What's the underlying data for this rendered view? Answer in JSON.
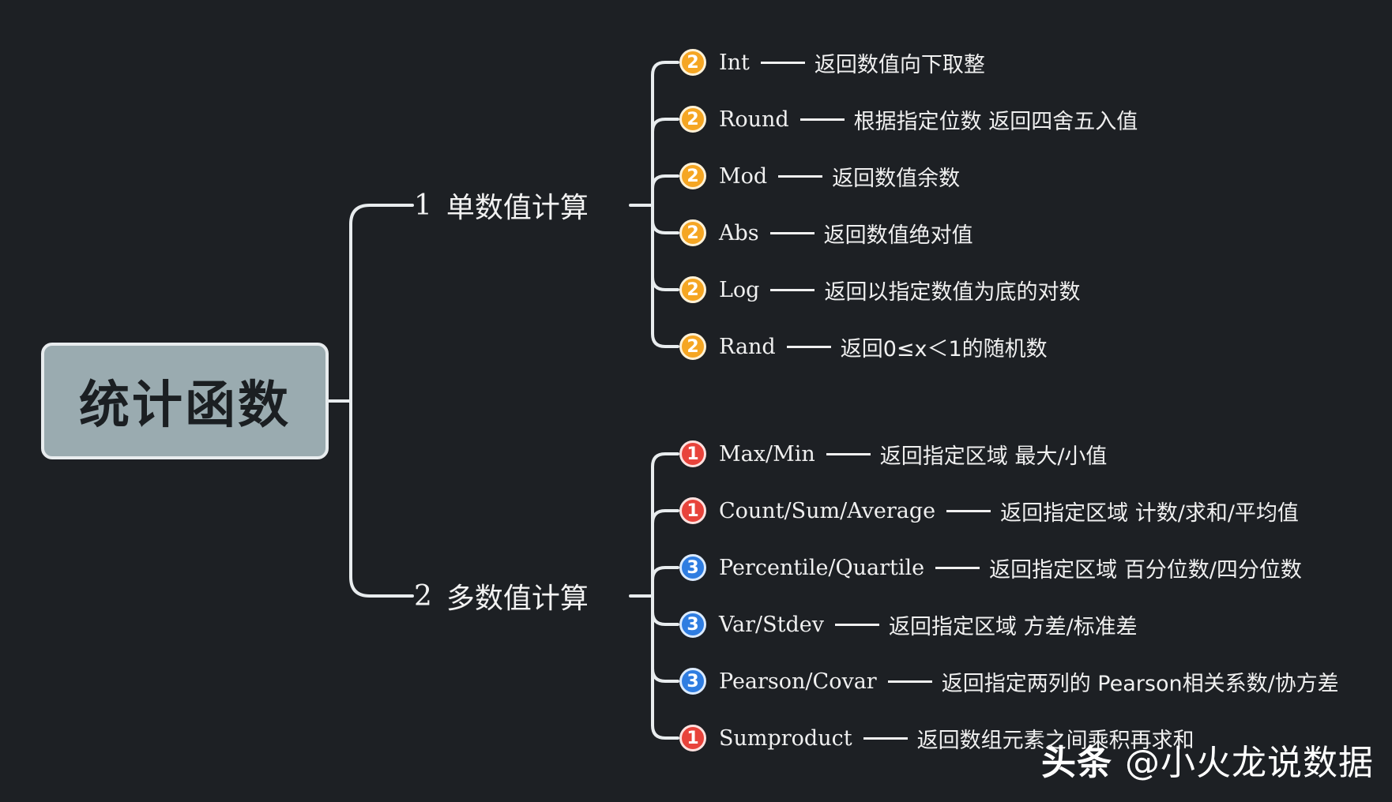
{
  "root": {
    "label": "统计函数"
  },
  "branches": [
    {
      "number": "1",
      "label": "单数值计算",
      "items": [
        {
          "badge": "2",
          "badge_color": "orange",
          "name": "Int",
          "description": "返回数值向下取整"
        },
        {
          "badge": "2",
          "badge_color": "orange",
          "name": "Round",
          "description": "根据指定位数 返回四舍五入值"
        },
        {
          "badge": "2",
          "badge_color": "orange",
          "name": "Mod",
          "description": "返回数值余数"
        },
        {
          "badge": "2",
          "badge_color": "orange",
          "name": "Abs",
          "description": "返回数值绝对值"
        },
        {
          "badge": "2",
          "badge_color": "orange",
          "name": "Log",
          "description": "返回以指定数值为底的对数"
        },
        {
          "badge": "2",
          "badge_color": "orange",
          "name": "Rand",
          "description": "返回0≤x＜1的随机数"
        }
      ]
    },
    {
      "number": "2",
      "label": "多数值计算",
      "items": [
        {
          "badge": "1",
          "badge_color": "red",
          "name": "Max/Min",
          "description": "返回指定区域 最大/小值"
        },
        {
          "badge": "1",
          "badge_color": "red",
          "name": "Count/Sum/Average",
          "description": "返回指定区域 计数/求和/平均值"
        },
        {
          "badge": "3",
          "badge_color": "blue",
          "name": "Percentile/Quartile",
          "description": "返回指定区域 百分位数/四分位数"
        },
        {
          "badge": "3",
          "badge_color": "blue",
          "name": "Var/Stdev",
          "description": "返回指定区域 方差/标准差"
        },
        {
          "badge": "3",
          "badge_color": "blue",
          "name": "Pearson/Covar",
          "description": "返回指定两列的 Pearson相关系数/协方差"
        },
        {
          "badge": "1",
          "badge_color": "red",
          "name": "Sumproduct",
          "description": "返回数组元素之间乘积再求和"
        }
      ]
    }
  ],
  "watermark": {
    "brand": "头条",
    "handle": "@小火龙说数据"
  },
  "colors": {
    "background": "#1d2024",
    "root_fill": "#9aabb0",
    "line": "#e8ecee",
    "orange": "#f5a623",
    "red": "#e8433b",
    "blue": "#2f7de1"
  }
}
